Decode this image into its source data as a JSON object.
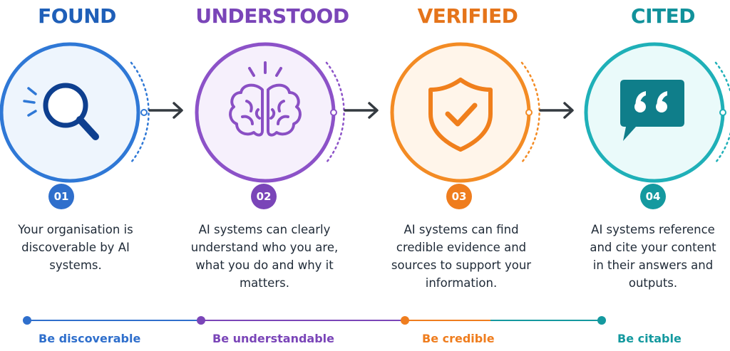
{
  "steps": [
    {
      "title": "FOUND",
      "number": "01",
      "icon": "magnifier-icon",
      "color": "#1f5fb8",
      "ring": "#2f78d6",
      "fill": "#eef5fd",
      "description": "Your organisation is discoverable by AI systems.",
      "tagline": "Be discoverable"
    },
    {
      "title": "UNDERSTOOD",
      "number": "02",
      "icon": "brain-icon",
      "color": "#7a45b8",
      "ring": "#8c52c8",
      "fill": "#f6f0fc",
      "description": "AI systems can clearly understand who you are, what you do and why it matters.",
      "tagline": "Be understandable"
    },
    {
      "title": "VERIFIED",
      "number": "03",
      "icon": "shield-check-icon",
      "color": "#e5741a",
      "ring": "#f38b24",
      "fill": "#fff5ea",
      "description": "AI systems can find credible evidence and sources to support your information.",
      "tagline": "Be credible"
    },
    {
      "title": "CITED",
      "number": "04",
      "icon": "quote-bubble-icon",
      "color": "#12929b",
      "ring": "#1fb0b8",
      "fill": "#eafafa",
      "description": "AI systems reference and cite your content in their answers and outputs.",
      "tagline": "Be citable"
    }
  ]
}
